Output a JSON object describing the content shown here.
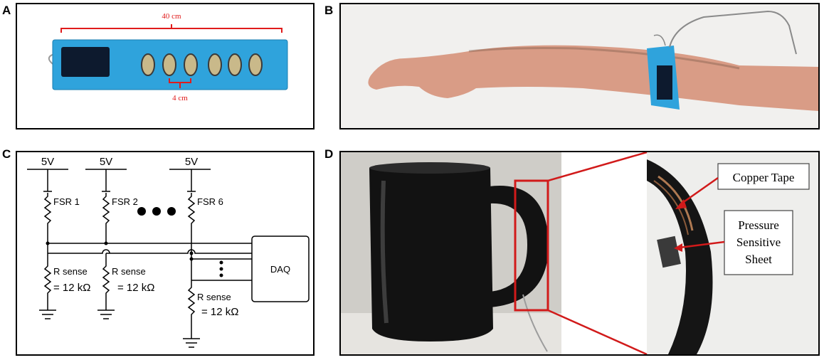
{
  "panels": {
    "a": {
      "letter": "A",
      "length_label": "40 cm",
      "spacing_label": "4 cm"
    },
    "b": {
      "letter": "B"
    },
    "c": {
      "letter": "C",
      "supply_labels": [
        "5V",
        "5V",
        "5V"
      ],
      "fsr_labels": [
        "FSR 1",
        "FSR 2",
        "FSR 6"
      ],
      "rsense_label": "R sense",
      "rsense_value": "= 12 kΩ",
      "daq_label": "DAQ"
    },
    "d": {
      "letter": "D",
      "callout_1": "Copper Tape",
      "callout_2_lines": [
        "Pressure",
        "Sensitive",
        "Sheet"
      ]
    }
  },
  "colors": {
    "band_blue": "#2fa3dc",
    "dimension_red": "#e01b1b",
    "zoom_red": "#d11a1a"
  }
}
